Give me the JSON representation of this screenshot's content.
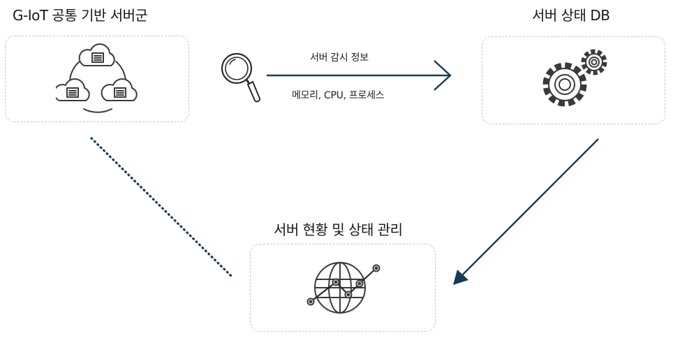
{
  "nodes": {
    "servers": {
      "title": "G-IoT 공통 기반 서버군",
      "icon": "cloud-servers-icon"
    },
    "status_db": {
      "title": "서버 상태 DB",
      "icon": "gears-icon"
    },
    "management": {
      "title": "서버 현황 및 상태 관리",
      "icon": "globe-network-icon"
    }
  },
  "flow": {
    "monitor_icon": "magnifier-icon",
    "label_top": "서버 감시 정보",
    "label_bottom": "메모리, CPU, 프로세스"
  },
  "colors": {
    "arrow": "#173a5a",
    "icon_stroke": "#3a3a3a",
    "box_border": "#c6c6c6"
  }
}
